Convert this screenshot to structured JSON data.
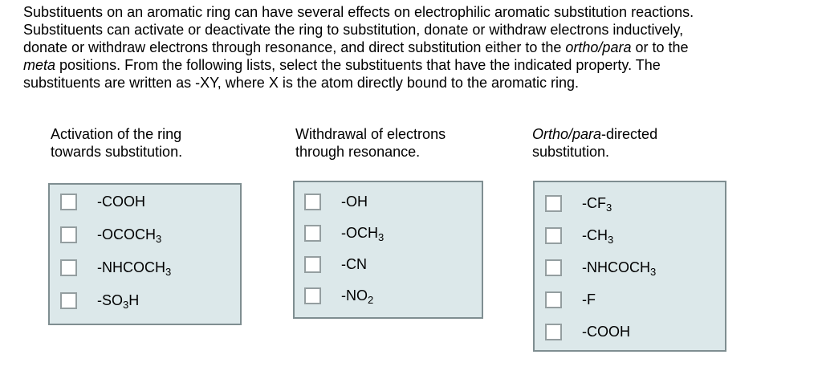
{
  "colors": {
    "page_bg": "#ffffff",
    "text": "#000000",
    "box_fill": "#dce8ea",
    "box_border": "#7f8e91",
    "checkbox_fill": "#ffffff",
    "checkbox_border": "#949ea0"
  },
  "intro": {
    "line1": "Substituents on an aromatic ring can have several effects on electrophilic aromatic substitution reactions.",
    "line2": "Substituents can activate or deactivate the ring to substitution, donate or withdraw electrons inductively,",
    "line3_pre": "donate or withdraw electrons through resonance, and direct substitution either to the ",
    "line3_italic": "ortho/para",
    "line3_post": " or to the",
    "line4_italic": "meta",
    "line4_post": " positions. From the following lists, select the substituents that have the indicated property. The",
    "line5": "substituents are written as -XY, where X is the atom directly bound to the aromatic ring."
  },
  "columns": [
    {
      "heading": {
        "line1_italic": "",
        "line1_rest": "Activation of the ring",
        "line2": "towards substitution."
      },
      "items": [
        {
          "pre": "-COOH",
          "sub": "",
          "post": "",
          "checked": false
        },
        {
          "pre": "-OCOCH",
          "sub": "3",
          "post": "",
          "checked": false
        },
        {
          "pre": "-NHCOCH",
          "sub": "3",
          "post": "",
          "checked": false
        },
        {
          "pre": "-SO",
          "sub": "3",
          "post": "H",
          "checked": false
        }
      ]
    },
    {
      "heading": {
        "line1_italic": "",
        "line1_rest": "Withdrawal of electrons",
        "line2": "through resonance."
      },
      "items": [
        {
          "pre": "-OH",
          "sub": "",
          "post": "",
          "checked": false
        },
        {
          "pre": "-OCH",
          "sub": "3",
          "post": "",
          "checked": false
        },
        {
          "pre": "-CN",
          "sub": "",
          "post": "",
          "checked": false
        },
        {
          "pre": "-NO",
          "sub": "2",
          "post": "",
          "checked": false
        }
      ]
    },
    {
      "heading": {
        "line1_italic": "Ortho/para",
        "line1_rest": "-directed",
        "line2": "substitution."
      },
      "items": [
        {
          "pre": "-CF",
          "sub": "3",
          "post": "",
          "checked": false
        },
        {
          "pre": "-CH",
          "sub": "3",
          "post": "",
          "checked": false
        },
        {
          "pre": "-NHCOCH",
          "sub": "3",
          "post": "",
          "checked": false
        },
        {
          "pre": "-F",
          "sub": "",
          "post": "",
          "checked": false
        },
        {
          "pre": "-COOH",
          "sub": "",
          "post": "",
          "checked": false
        }
      ]
    }
  ]
}
